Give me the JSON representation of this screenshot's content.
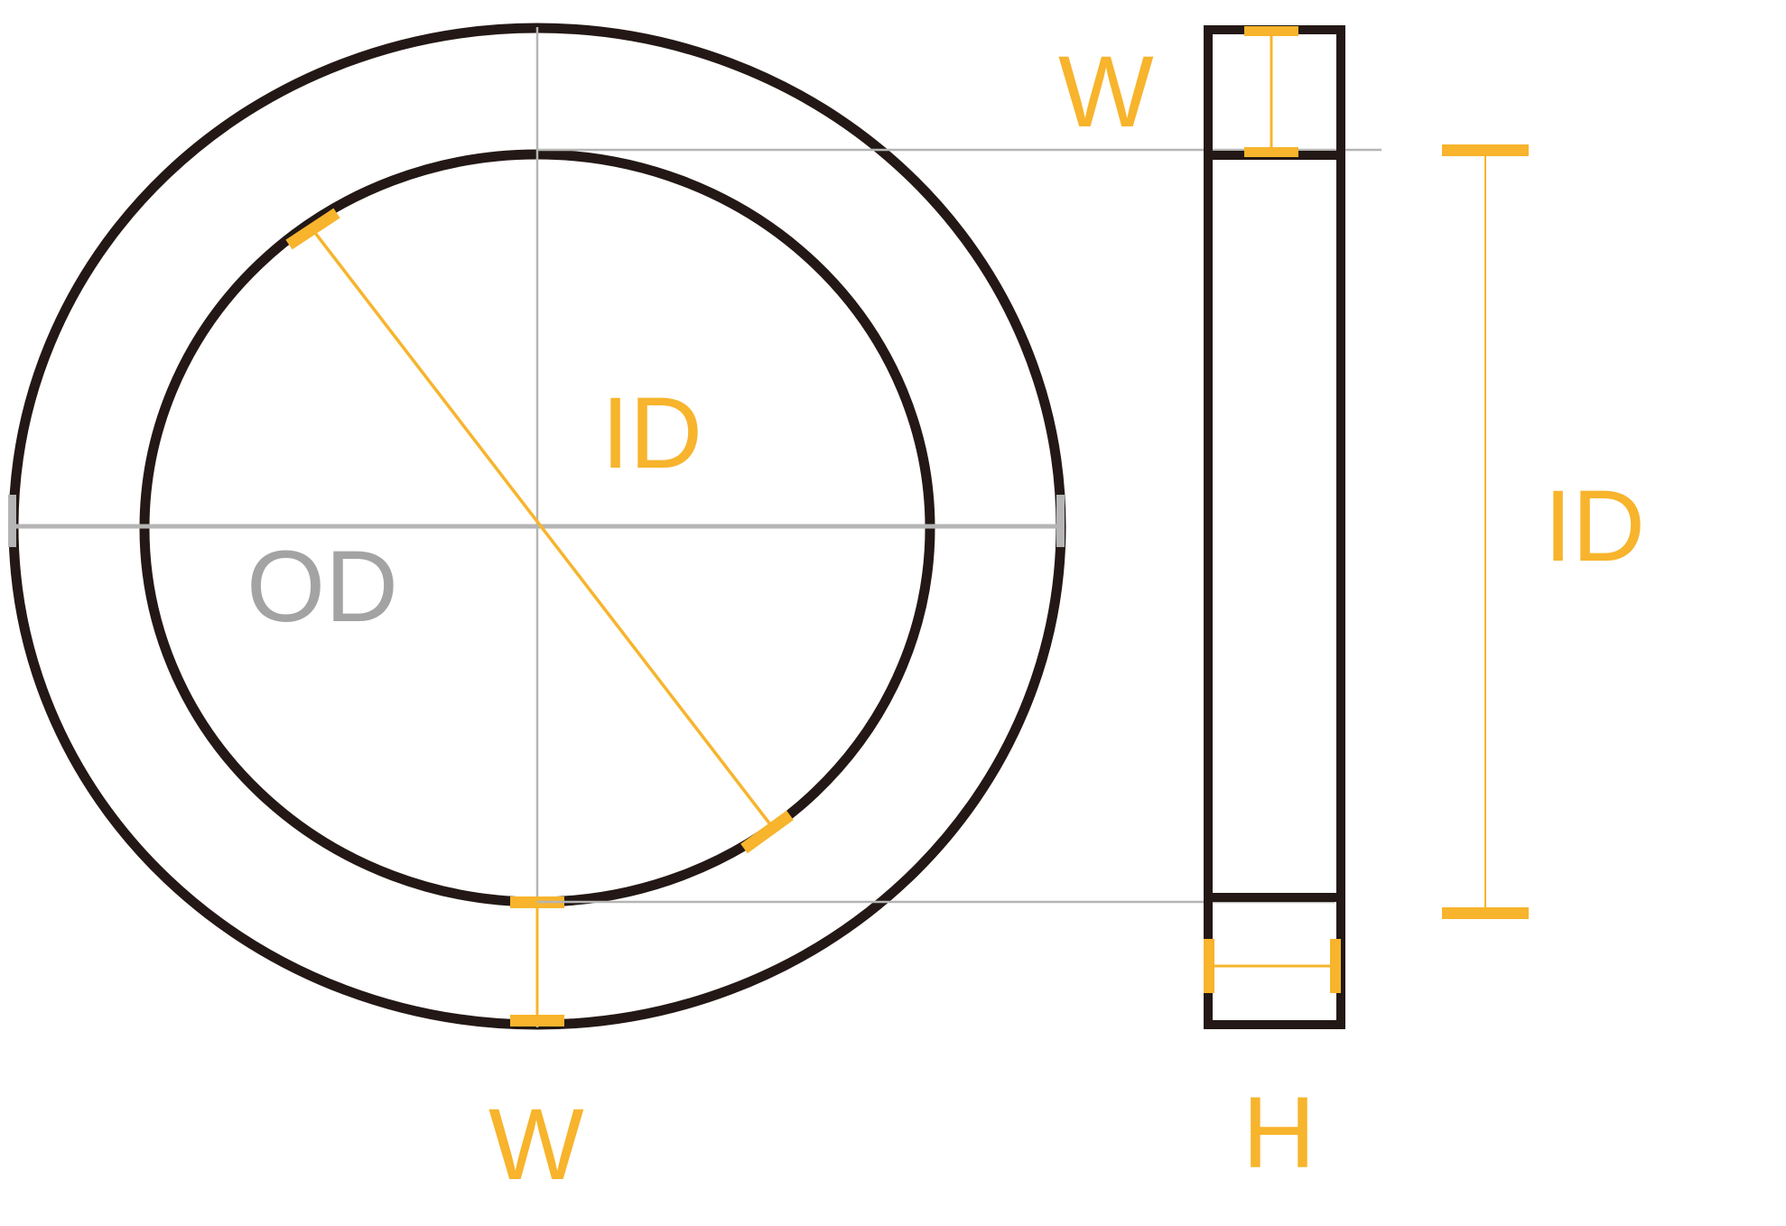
{
  "colors": {
    "outline": "#231815",
    "accent": "#F7B42C",
    "guide": "#B5B5B5",
    "od_label": "#A3A3A3"
  },
  "labels": {
    "od": "OD",
    "id_ring": "ID",
    "id_side": "ID",
    "w_bottom": "W",
    "w_top": "W",
    "h_side": "H"
  }
}
